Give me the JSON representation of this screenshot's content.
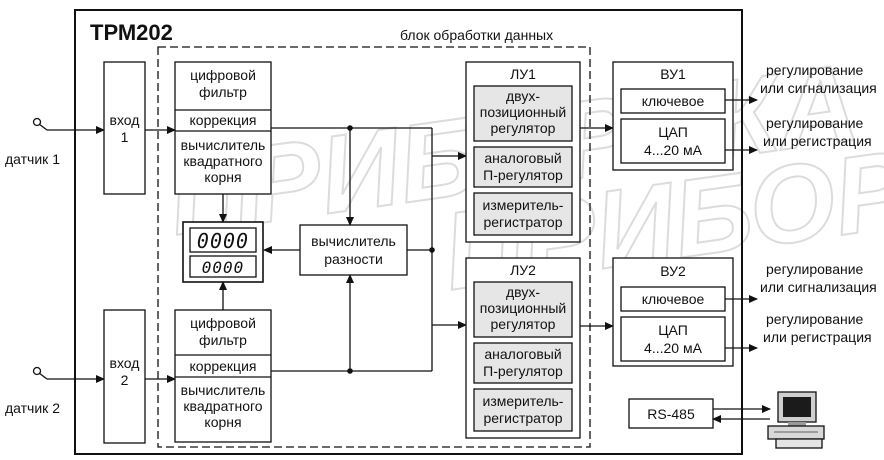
{
  "device_title": "ТРМ202",
  "processing_block_label": "блок обработки данных",
  "sensors": [
    "датчик 1",
    "датчик 2"
  ],
  "inputs": [
    [
      "вход",
      "1"
    ],
    [
      "вход",
      "2"
    ]
  ],
  "filters": [
    [
      "цифровой",
      "фильтр"
    ],
    [
      "цифровой",
      "фильтр"
    ]
  ],
  "correction": [
    "коррекция",
    "коррекция"
  ],
  "sqrt_calc": [
    [
      "вычислитель",
      "квадратного",
      "корня"
    ],
    [
      "вычислитель",
      "квадратного",
      "корня"
    ]
  ],
  "display": {
    "upper": "0000",
    "lower": "0000"
  },
  "difference_calc": [
    "вычислитель",
    "разности"
  ],
  "logic_units": [
    {
      "name": "ЛУ1",
      "two_pos": [
        "двух-",
        "позиционный",
        "регулятор"
      ],
      "analog": [
        "аналоговый",
        "П-регулятор"
      ],
      "meter": [
        "измеритель-",
        "регистратор"
      ]
    },
    {
      "name": "ЛУ2",
      "two_pos": [
        "двух-",
        "позиционный",
        "регулятор"
      ],
      "analog": [
        "аналоговый",
        "П-регулятор"
      ],
      "meter": [
        "измеритель-",
        "регистратор"
      ]
    }
  ],
  "output_units": [
    {
      "name": "ВУ1",
      "key": "ключевое",
      "dac": [
        "ЦАП",
        "4...20 мА"
      ]
    },
    {
      "name": "ВУ2",
      "key": "ключевое",
      "dac": [
        "ЦАП",
        "4...20 мА"
      ]
    }
  ],
  "outputs": [
    [
      "регулирование",
      "или сигнализация"
    ],
    [
      "регулирование",
      "или регистрация"
    ],
    [
      "регулирование",
      "или сигнализация"
    ],
    [
      "регулирование",
      "или регистрация"
    ]
  ],
  "interface": "RS-485",
  "icons": {
    "computer": "computer-icon",
    "sensor": "sensor-probe-icon"
  },
  "colors": {
    "line": "#111111",
    "box_fill": "#ffffff",
    "grey_fill": "#e6e6e6",
    "watermark": "#d9d9d9"
  }
}
